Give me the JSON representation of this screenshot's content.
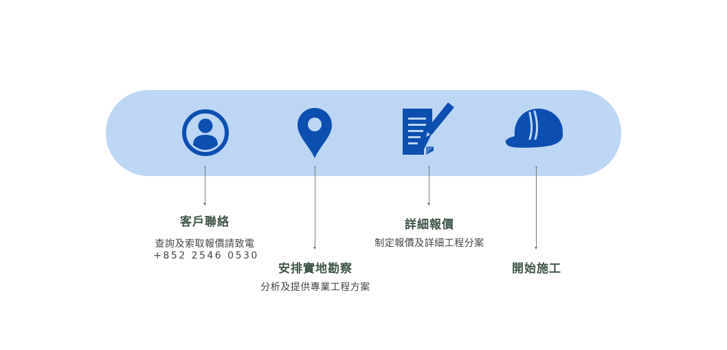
{
  "colors": {
    "pill_background": "#bcd6f3",
    "icon_blue": "#0d4fb0",
    "title_text": "#3f5547",
    "body_text": "#444444",
    "connector": "#777777"
  },
  "steps": [
    {
      "icon": "user-circle-icon",
      "title": "客戶聯絡",
      "description": "查詢及索取報價請致電",
      "phone": "+852 2546 0530"
    },
    {
      "icon": "map-pin-icon",
      "title": "安排實地勘察",
      "description": "分析及提供專業工程方案"
    },
    {
      "icon": "document-pen-icon",
      "title": "詳細報價",
      "description": "制定報價及詳細工程分案"
    },
    {
      "icon": "hard-hat-icon",
      "title": "開始施工"
    }
  ]
}
